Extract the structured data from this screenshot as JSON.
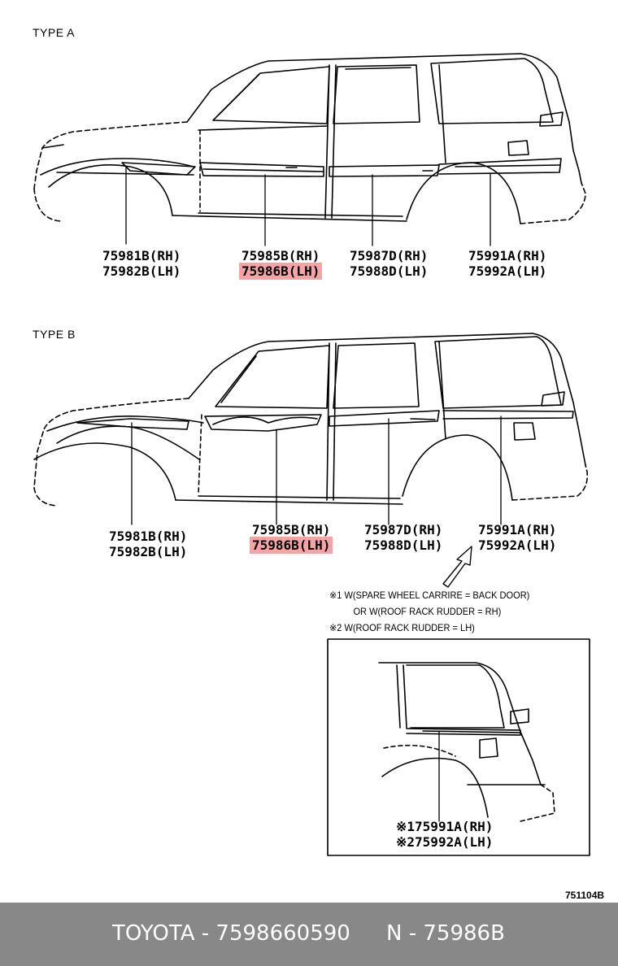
{
  "diagram_code": "751104B",
  "type_a": {
    "title": "TYPE A",
    "labels": [
      {
        "rh": "75981B(RH)",
        "lh": "75982B(LH)",
        "highlight": false
      },
      {
        "rh": "75985B(RH)",
        "lh": "75986B(LH)",
        "highlight": true
      },
      {
        "rh": "75987D(RH)",
        "lh": "75988D(LH)",
        "highlight": false
      },
      {
        "rh": "75991A(RH)",
        "lh": "75992A(LH)",
        "highlight": false
      }
    ]
  },
  "type_b": {
    "title": "TYPE B",
    "labels": [
      {
        "rh": "75981B(RH)",
        "lh": "75982B(LH)",
        "highlight": false
      },
      {
        "rh": "75985B(RH)",
        "lh": "75986B(LH)",
        "highlight": true
      },
      {
        "rh": "75987D(RH)",
        "lh": "75988D(LH)",
        "highlight": false
      },
      {
        "rh": "75991A(RH)",
        "lh": "75992A(LH)",
        "highlight": false
      }
    ],
    "notes": [
      "※1 W(SPARE WHEEL CARRIRE = BACK DOOR)",
      "OR W(ROOF RACK RUDDER = RH)",
      "※2 W(ROOF RACK RUDDER = LH)"
    ],
    "inset": {
      "rh": "※175991A(RH)",
      "lh": "※275992A(LH)"
    }
  },
  "footer": {
    "brand_part": "TOYOTA - 7598660590",
    "ref": "N - 75986B"
  },
  "colors": {
    "highlight": "#f4a4a4",
    "footer_bg": "#888888",
    "footer_text": "#ffffff"
  }
}
